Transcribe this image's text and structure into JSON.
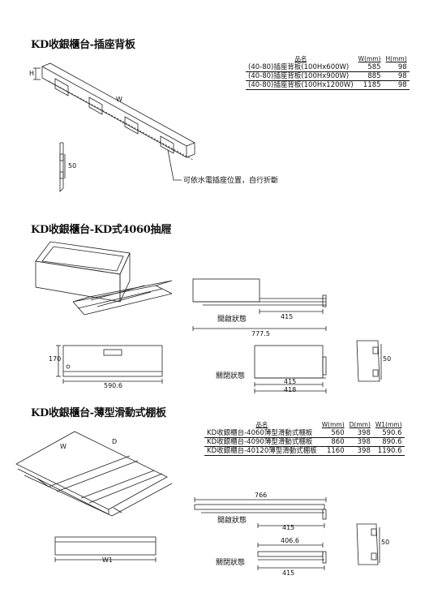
{
  "section1": {
    "title": "KD收銀櫃台-插座背板",
    "table": {
      "headers": [
        "品名",
        "W(mm)",
        "H(mm)"
      ],
      "rows": [
        [
          "(40-80)插座背板(100Hx600W)",
          "585",
          "98"
        ],
        [
          "(40-80)插座背板(100Hx900W)",
          "885",
          "98"
        ],
        [
          "(40-80)插座背板(100Hx1200W)",
          "1185",
          "98"
        ]
      ]
    },
    "labels": {
      "h": "H",
      "w": "W",
      "side_dim": "50"
    },
    "note": "可依水電插座位置，自行折斷"
  },
  "section2": {
    "title": "KD收銀櫃台-KD式4060抽屜",
    "open_state": "開啟狀態",
    "closed_state": "關閉狀態",
    "dims": {
      "open_inner": "415",
      "open_total": "777.5",
      "front_height": "170",
      "front_width": "590.6",
      "closed_inner": "415",
      "closed_total": "418",
      "side": "50"
    }
  },
  "section3": {
    "title": "KD收銀櫃台-薄型滑動式棚板",
    "table": {
      "headers": [
        "品名",
        "W(mm)",
        "D(mm)",
        "W1(mm)"
      ],
      "rows": [
        [
          "KD收銀櫃台-4060薄型滑動式棚板",
          "560",
          "398",
          "590.6"
        ],
        [
          "KD收銀櫃台-4090薄型滑動式棚板",
          "860",
          "398",
          "890.6"
        ],
        [
          "KD收銀櫃台-40120薄型滑動式棚板",
          "1160",
          "398",
          "1190.6"
        ]
      ]
    },
    "labels": {
      "w": "W",
      "d": "D",
      "w1": "W1"
    },
    "open_state": "開啟狀態",
    "closed_state": "關閉狀態",
    "dims": {
      "open_total": "766",
      "open_inner": "415",
      "closed_top": "406.6",
      "closed_inner": "415",
      "side": "50"
    }
  }
}
